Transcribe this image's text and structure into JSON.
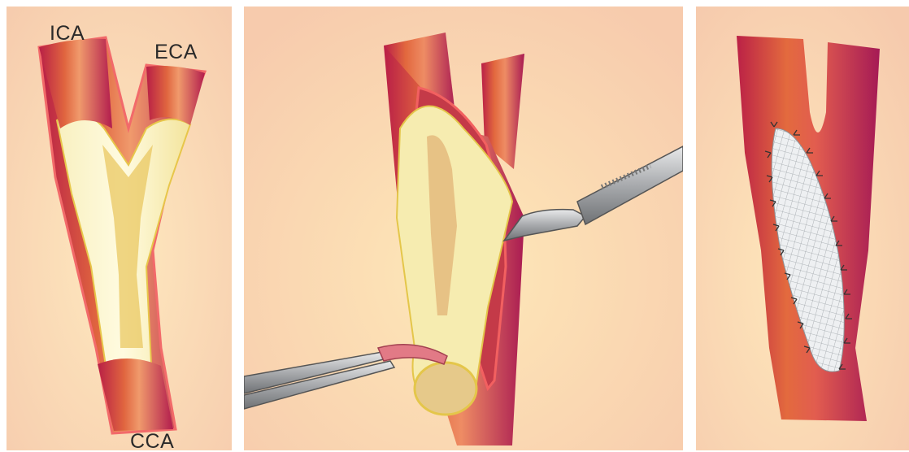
{
  "labels": {
    "ica": "ICA",
    "eca": "ECA",
    "cca": "CCA"
  },
  "colors": {
    "background_center": "#fde6bc",
    "background_edge": "#f7cdb0",
    "artery_dark": "#b5204a",
    "artery_mid": "#d8543e",
    "artery_light": "#f0a070",
    "plaque": "#f6ecb0",
    "plaque_core": "#e6c455",
    "instrument": "#b8babd"
  },
  "icons": [
    "scalpel-icon",
    "forceps-icon",
    "suture-patch-icon"
  ]
}
